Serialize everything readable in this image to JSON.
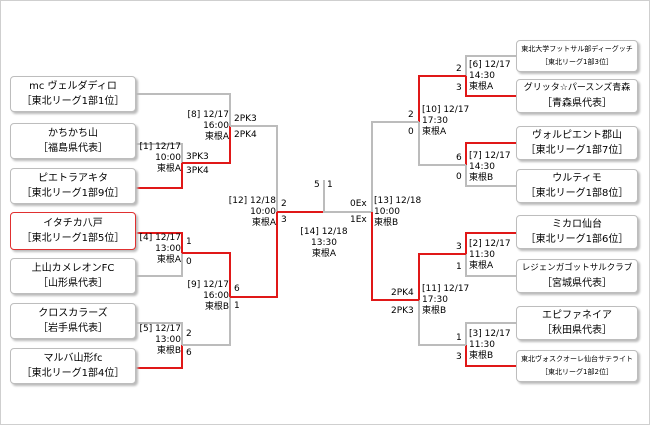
{
  "left_teams": [
    {
      "name": "mc ヴェルダディロ",
      "sub": "［東北リーグ1部1位］"
    },
    {
      "name": "かちかち山",
      "sub": "［福島県代表］"
    },
    {
      "name": "ピエトラアキタ",
      "sub": "［東北リーグ1部9位］"
    },
    {
      "name": "イタチカ八戸",
      "sub": "［東北リーグ1部5位］"
    },
    {
      "name": "上山カメレオンFC",
      "sub": "［山形県代表］"
    },
    {
      "name": "クロスカラーズ",
      "sub": "［岩手県代表］"
    },
    {
      "name": "マルバ山形fc",
      "sub": "［東北リーグ1部4位］"
    }
  ],
  "right_teams": [
    {
      "name": "東北大学フットサル部ディーグッチ",
      "sub": "［東北リーグ1部3位］"
    },
    {
      "name": "グリッタ☆パースンズ青森",
      "sub": "［青森県代表］"
    },
    {
      "name": "ヴォルピエント郡山",
      "sub": "［東北リーグ1部7位］"
    },
    {
      "name": "ウルティモ",
      "sub": "［東北リーグ1部8位］"
    },
    {
      "name": "ミカロ仙台",
      "sub": "［東北リーグ1部6位］"
    },
    {
      "name": "レジェンガゴットサルクラブ",
      "sub": "［宮城県代表］"
    },
    {
      "name": "エピファネイア",
      "sub": "［秋田県代表］"
    },
    {
      "name": "東北ヴォスクオーレ仙台サテライト",
      "sub": "［東北リーグ1部2位］"
    }
  ],
  "matches": {
    "m1": [
      "[1] 12/17",
      "10:00",
      "東根A"
    ],
    "m4": [
      "[4] 12/17",
      "13:00",
      "東根A"
    ],
    "m5": [
      "[5] 12/17",
      "13:00",
      "東根B"
    ],
    "m8": [
      "[8] 12/17",
      "16:00",
      "東根A"
    ],
    "m9": [
      "[9] 12/17",
      "16:00",
      "東根B"
    ],
    "m12": [
      "[12] 12/18",
      "10:00",
      "東根A"
    ],
    "m14": [
      "[14] 12/18",
      "13:30",
      "東根A"
    ],
    "m13": [
      "[13] 12/18",
      "10:00",
      "東根B"
    ],
    "m6": [
      "[6] 12/17",
      "14:30",
      "東根A"
    ],
    "m7": [
      "[7] 12/17",
      "14:30",
      "東根B"
    ],
    "m10": [
      "[10] 12/17",
      "17:30",
      "東根A"
    ],
    "m2": [
      "[2] 12/17",
      "11:30",
      "東根A"
    ],
    "m3": [
      "[3] 12/17",
      "11:30",
      "東根B"
    ],
    "m11": [
      "[11] 12/17",
      "17:30",
      "東根B"
    ]
  },
  "scores": {
    "m1_a": "3PK3",
    "m1_b": "3PK4",
    "m8_a": "2PK3",
    "m8_b": "2PK4",
    "m4_a": "1",
    "m4_b": "0",
    "m5_a": "2",
    "m5_b": "6",
    "m9_a": "6",
    "m9_b": "1",
    "m12_a": "2",
    "m12_b": "3",
    "m14_a": "5",
    "m14_b": "1",
    "m13_a": "0Ex",
    "m13_b": "1Ex",
    "m6_a": "2",
    "m6_b": "3",
    "m7_a": "6",
    "m7_b": "0",
    "m10_a": "2",
    "m10_b": "0",
    "m2_a": "3",
    "m2_b": "1",
    "m3_a": "1",
    "m3_b": "3",
    "m11_a": "2PK4",
    "m11_b": "2PK3"
  }
}
